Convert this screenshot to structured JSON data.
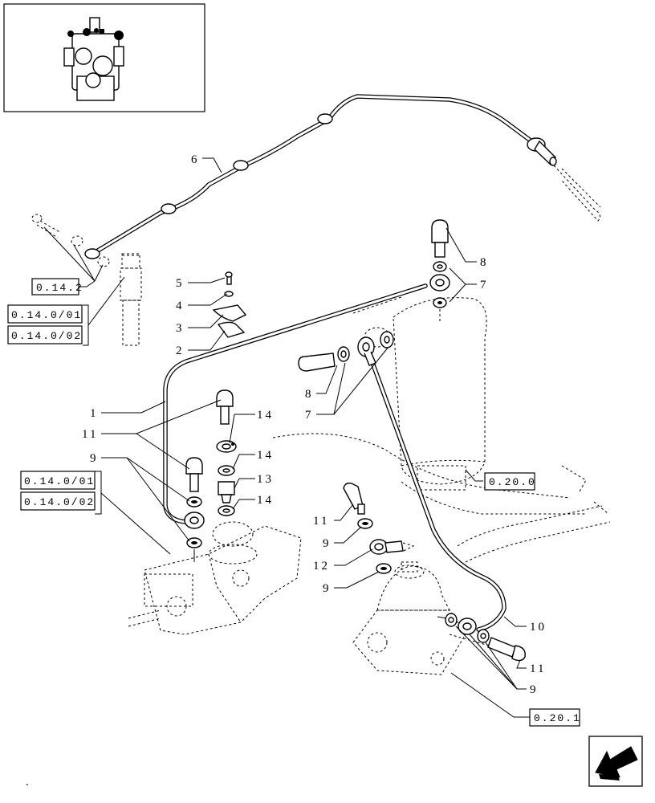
{
  "callouts": {
    "c1": "1",
    "c2": "2",
    "c3": "3",
    "c4": "4",
    "c5": "5",
    "c6": "6",
    "c7a": "7",
    "c7b": "7",
    "c8a": "8",
    "c8b": "8",
    "c9a": "9",
    "c9b": "9",
    "c9c": "9",
    "c9d": "9",
    "c10": "10",
    "c11a": "11",
    "c11b": "11",
    "c11c": "11",
    "c12": "12",
    "c13": "13",
    "c14a": "14",
    "c14b": "14",
    "c14c": "14"
  },
  "references": {
    "r_0_14_2": "0.14.2",
    "r_0_14_0_01_top": "0.14.0/01",
    "r_0_14_0_02_top": "0.14.0/02",
    "r_0_14_0_01_bottom": "0.14.0/01",
    "r_0_14_0_02_bottom": "0.14.0/02",
    "r_0_20_0": "0.20.0",
    "r_0_20_1": "0.20.1"
  },
  "icons": {
    "thumbnail": "engine-thumbnail-icon",
    "navigation": "arrow-back-icon"
  },
  "footer_mark": "."
}
